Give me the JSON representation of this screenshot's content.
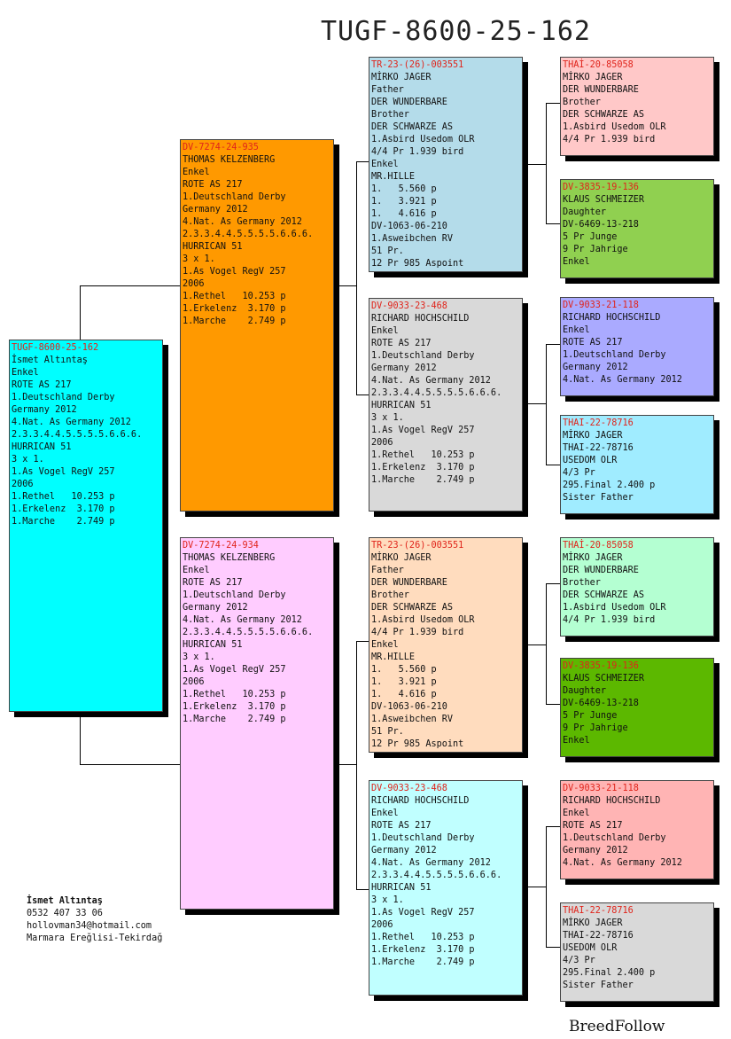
{
  "title": "TUGF-8600-25-162",
  "brand": "BreedFollow",
  "owner": {
    "name": "İsmet Altıntaş",
    "phone": "0532 407 33 06",
    "email": "hollovman34@hotmail.com",
    "location": "Marmara Ereğlisi-Tekirdağ"
  },
  "cards": {
    "subject": {
      "bg": "#00ffff",
      "ring": "TUGF-8600-25-162",
      "lines": [
        "İsmet Altıntaş",
        "Enkel",
        "ROTE AS 217",
        "1.Deutschland Derby",
        "Germany 2012",
        "4.Nat. As Germany 2012",
        "",
        "2.3.3.4.4.5.5.5.5.6.6.6.",
        "HURRICAN 51",
        "3 x 1.",
        "1.As Vogel RegV 257",
        "2006",
        "1.Rethel   10.253 p",
        "1.Erkelenz  3.170 p",
        "1.Marche    2.749 p"
      ]
    },
    "sire": {
      "bg": "#ff9900",
      "ring": "DV-7274-24-935",
      "lines": [
        "THOMAS KELZENBERG",
        "Enkel",
        "ROTE AS 217",
        "1.Deutschland Derby",
        "Germany 2012",
        "4.Nat. As Germany 2012",
        "",
        "2.3.3.4.4.5.5.5.5.6.6.6.",
        "HURRICAN 51",
        "3 x 1.",
        "1.As Vogel RegV 257",
        "2006",
        "1.Rethel   10.253 p",
        "1.Erkelenz  3.170 p",
        "1.Marche    2.749 p"
      ]
    },
    "dam": {
      "bg": "#ffccff",
      "ring": "DV-7274-24-934",
      "lines": [
        "THOMAS KELZENBERG",
        "Enkel",
        "ROTE AS 217",
        "1.Deutschland Derby",
        "Germany 2012",
        "4.Nat. As Germany 2012",
        "",
        "2.3.3.4.4.5.5.5.5.6.6.6.",
        "HURRICAN 51",
        "3 x 1.",
        "1.As Vogel RegV 257",
        "2006",
        "1.Rethel   10.253 p",
        "1.Erkelenz  3.170 p",
        "1.Marche    2.749 p"
      ]
    },
    "ss": {
      "bg": "#b4dcea",
      "ring": "TR-23-(26)-003551",
      "lines": [
        "MİRKO JAGER",
        "Father",
        "DER WUNDERBARE",
        "Brother",
        "DER SCHWARZE AS",
        "1.Asbird Usedom OLR",
        "4/4 Pr 1.939 bird",
        "Enkel",
        "MR.HILLE",
        "1.   5.560 p",
        "1.   3.921 p",
        "1.   4.616 p",
        "DV-1063-06-210",
        "1.Asweibchen RV",
        "51 Pr.",
        "12 Pr 985 Aspoint"
      ]
    },
    "sd": {
      "bg": "#d9d9d9",
      "ring": "DV-9033-23-468",
      "lines": [
        "RICHARD HOCHSCHILD",
        "Enkel",
        "ROTE AS 217",
        "1.Deutschland Derby",
        "Germany 2012",
        "4.Nat. As Germany 2012",
        "",
        "2.3.3.4.4.5.5.5.5.6.6.6.",
        "HURRICAN 51",
        "3 x 1.",
        "1.As Vogel RegV 257",
        "2006",
        "1.Rethel   10.253 p",
        "1.Erkelenz  3.170 p",
        "1.Marche    2.749 p"
      ]
    },
    "ds": {
      "bg": "#ffdcbe",
      "ring": "TR-23-(26)-003551",
      "lines": [
        "MİRKO JAGER",
        "Father",
        "DER WUNDERBARE",
        "Brother",
        "DER SCHWARZE AS",
        "1.Asbird Usedom OLR",
        "4/4 Pr 1.939 bird",
        "Enkel",
        "MR.HILLE",
        "1.   5.560 p",
        "1.   3.921 p",
        "1.   4.616 p",
        "DV-1063-06-210",
        "1.Asweibchen RV",
        "51 Pr.",
        "12 Pr 985 Aspoint"
      ]
    },
    "dd": {
      "bg": "#c0ffff",
      "ring": "DV-9033-23-468",
      "lines": [
        "RICHARD HOCHSCHILD",
        "Enkel",
        "ROTE AS 217",
        "1.Deutschland Derby",
        "Germany 2012",
        "4.Nat. As Germany 2012",
        "",
        "2.3.3.4.4.5.5.5.5.6.6.6.",
        "HURRICAN 51",
        "3 x 1.",
        "1.As Vogel RegV 257",
        "2006",
        "1.Rethel   10.253 p",
        "1.Erkelenz  3.170 p",
        "1.Marche    2.749 p"
      ]
    },
    "sss": {
      "bg": "#ffc8c8",
      "ring": "THAİ-20-85058",
      "lines": [
        "MİRKO JAGER",
        "DER WUNDERBARE",
        "Brother",
        "DER SCHWARZE AS",
        "1.Asbird Usedom OLR",
        "4/4 Pr 1.939 bird"
      ]
    },
    "ssd": {
      "bg": "#90d050",
      "ring": "DV-3835-19-136",
      "lines": [
        "KLAUS SCHMEIZER",
        "Daughter",
        "DV-6469-13-218",
        "5 Pr Junge",
        "9 Pr Jahrige",
        "Enkel"
      ]
    },
    "sds": {
      "bg": "#aaaaff",
      "ring": "DV-9033-21-118",
      "lines": [
        "RICHARD HOCHSCHILD",
        "Enkel",
        "ROTE AS 217",
        "1.Deutschland Derby",
        "Germany 2012",
        "4.Nat. As Germany 2012"
      ]
    },
    "sdd": {
      "bg": "#a0ecff",
      "ring": "THAI-22-78716",
      "lines": [
        "MİRKO JAGER",
        "THAI-22-78716",
        "USEDOM OLR",
        "4/3 Pr",
        "295.Final 2.400 p",
        "Sister Father"
      ]
    },
    "dss": {
      "bg": "#b4ffd2",
      "ring": "THAİ-20-85058",
      "lines": [
        "MİRKO JAGER",
        "DER WUNDERBARE",
        "Brother",
        "DER SCHWARZE AS",
        "1.Asbird Usedom OLR",
        "4/4 Pr 1.939 bird"
      ]
    },
    "dsd": {
      "bg": "#5cb800",
      "ring": "DV-3835-19-136",
      "lines": [
        "KLAUS SCHMEIZER",
        "Daughter",
        "DV-6469-13-218",
        "5 Pr Junge",
        "9 Pr Jahrige",
        "Enkel"
      ]
    },
    "dds": {
      "bg": "#ffb4b4",
      "ring": "DV-9033-21-118",
      "lines": [
        "RICHARD HOCHSCHILD",
        "Enkel",
        "ROTE AS 217",
        "1.Deutschland Derby",
        "Germany 2012",
        "4.Nat. As Germany 2012"
      ]
    },
    "ddd": {
      "bg": "#d9d9d9",
      "ring": "THAI-22-78716",
      "lines": [
        "MİRKO JAGER",
        "THAI-22-78716",
        "USEDOM OLR",
        "4/3 Pr",
        "295.Final 2.400 p",
        "Sister Father"
      ]
    }
  }
}
